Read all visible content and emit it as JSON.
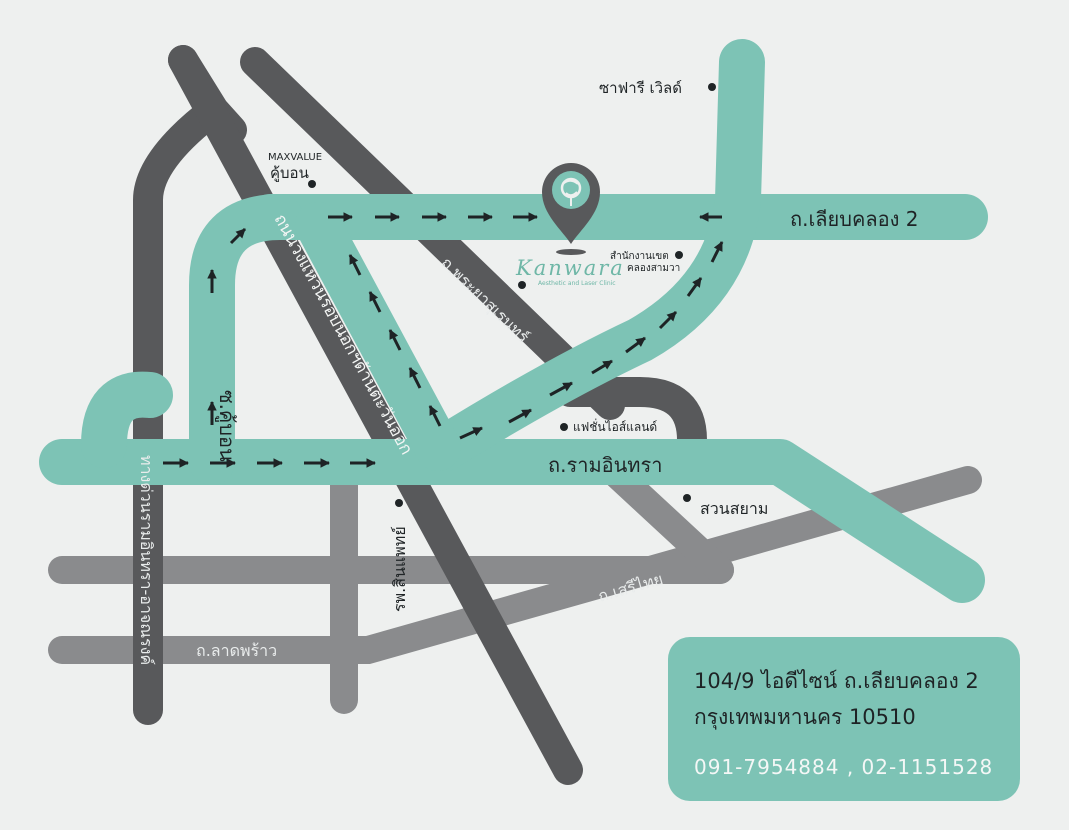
{
  "map": {
    "colors": {
      "background": "#eef0ef",
      "main_road": "#7dc3b5",
      "secondary_road": "#58595b",
      "minor_road": "#8a8b8d",
      "arrow": "#1e2325"
    },
    "roads": {
      "ram_inthra": "ถ.รามอินทรา",
      "liap_khlong_2": "ถ.เลียบคลอง 2",
      "soi_khu_bon": "ซ.คู้บอน",
      "kanchanaphisek": "ถนนวงแหวนรอบนอกฯด้านตะวันออก",
      "phraya_suren": "ถ.พระยาสุเรนทร์",
      "expressway": "ทางด่วนรามอินทรา-อาจณรงค์",
      "seri_thai": "ถ.เสรีไทย",
      "lat_phrao": "ถ.ลาดพร้าว"
    },
    "pois": {
      "safari_world": "ซาฟารี เวิลด์",
      "maxvalue_top": "MAXVALUE",
      "maxvalue_bottom": "คู้บอน",
      "district_office_1": "สำนักงานเขต",
      "district_office_2": "คลองสามวา",
      "fashion_island": "แฟชั่นไอส์แลนด์",
      "siam_park": "สวนสยาม",
      "synphaet_hospital": "รพ.สินแพทย์"
    },
    "clinic": {
      "name": "Kanwara",
      "tagline": "Aesthetic and Laser Clinic",
      "icon": "rose-map-pin-icon"
    }
  },
  "info_card": {
    "address_line1": "104/9 ไอดีไซน์ ถ.เลียบคลอง 2",
    "address_line2": "กรุงเทพมหานคร 10510",
    "phone": "091-7954884 , 02-1151528"
  }
}
